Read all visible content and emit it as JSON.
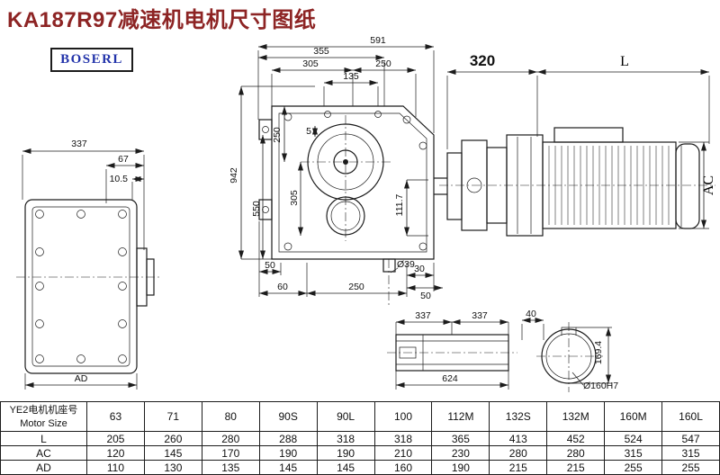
{
  "title": "KA187R97减速机电机尺寸图纸",
  "logo": "BOSERL",
  "colors": {
    "title": "#8d2424",
    "logo_text": "#2233aa",
    "line": "#1c1c1c",
    "background": "#ffffff"
  },
  "dims": {
    "front": {
      "w591": "591",
      "w355": "355",
      "w305": "305",
      "w250": "250",
      "w135": "135",
      "h942": "942",
      "h550": "550",
      "h250": "250",
      "h5": "5",
      "h305": "305",
      "h111_7": "111.7",
      "b50l": "50",
      "b60": "60",
      "b250": "250",
      "b39": "Ø39",
      "b30": "30",
      "b50r": "50"
    },
    "motor": {
      "w320": "320",
      "wL": "L",
      "hAC": "AC"
    },
    "side": {
      "w337": "337",
      "w67": "67",
      "w10_5": "10.5",
      "bAD": "AD"
    },
    "shaft": {
      "a337": "337",
      "b337": "337",
      "t624": "624"
    },
    "bore": {
      "t40": "40",
      "h169_4": "169.4",
      "d160h7": "Ø160H7"
    }
  },
  "table": {
    "header_cn": "YE2电机机座号",
    "header_en": "Motor Size",
    "columns": [
      "63",
      "71",
      "80",
      "90S",
      "90L",
      "100",
      "112M",
      "132S",
      "132M",
      "160M",
      "160L"
    ],
    "rows": [
      {
        "label": "L",
        "values": [
          "205",
          "260",
          "280",
          "288",
          "318",
          "318",
          "365",
          "413",
          "452",
          "524",
          "547"
        ]
      },
      {
        "label": "AC",
        "values": [
          "120",
          "145",
          "170",
          "190",
          "190",
          "210",
          "230",
          "280",
          "280",
          "315",
          "315"
        ]
      },
      {
        "label": "AD",
        "values": [
          "110",
          "130",
          "135",
          "145",
          "145",
          "160",
          "190",
          "215",
          "215",
          "255",
          "255"
        ]
      }
    ]
  }
}
